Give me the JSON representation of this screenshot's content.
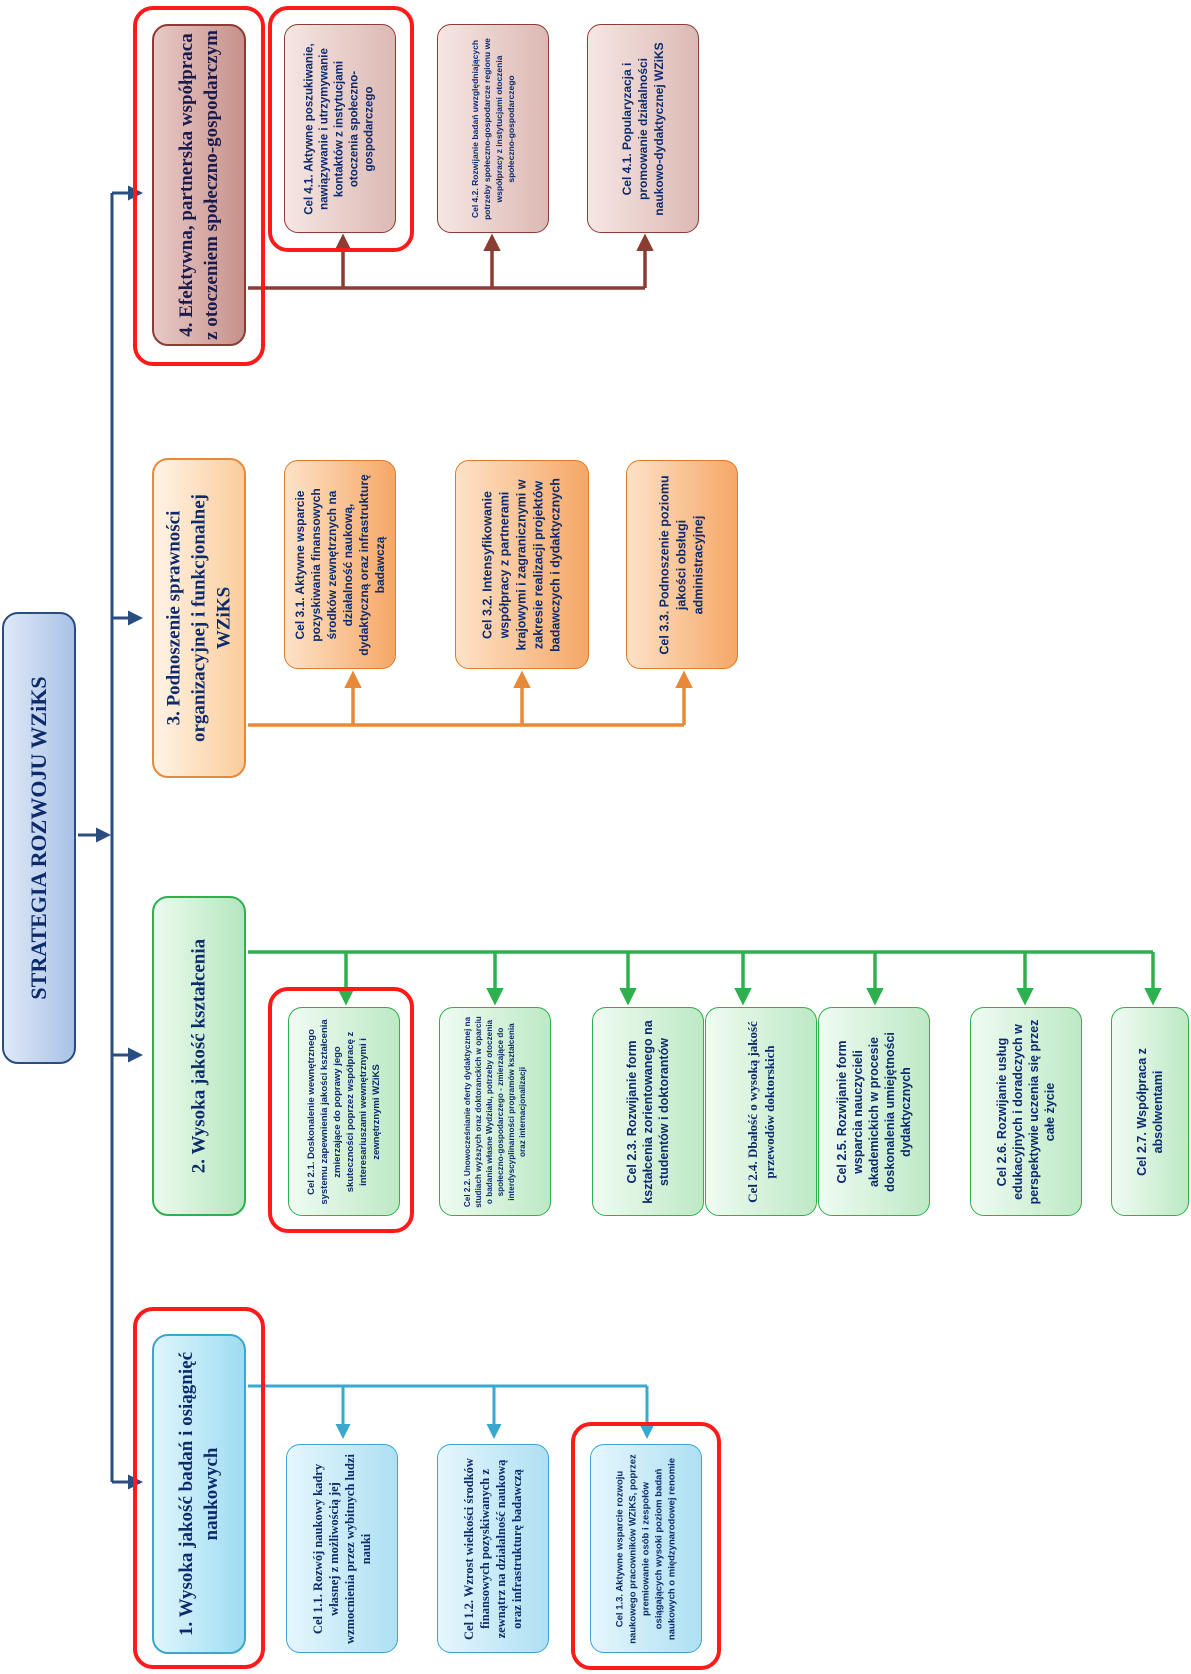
{
  "root": {
    "title": "STRATEGIA ROZWOJU WZiKS"
  },
  "colors": {
    "blue": "#3aa7cf",
    "green": "#2fb04e",
    "orange": "#e8893a",
    "maroon": "#8b3c34",
    "navy": "#2a4d80",
    "highlight": "#ff1a1a"
  },
  "pillars": [
    {
      "title": "1. Wysoka jakość badań i osiągnięć naukowych",
      "goals": [
        "Cel 1.1. Rozwój naukowy kadry własnej z możliwością jej wzmocnienia przez wybitnych ludzi nauki",
        "Cel 1.2. Wzrost wielkości środków finansowych pozyskiwanych z zewnątrz na działalność naukową oraz infrastrukturę badawczą",
        "Cel 1.3. Aktywne wsparcie rozwoju naukowego pracowników WZiKS, poprzez premiowanie osób i zespołów osiągających wysoki poziom badań naukowych o międzynarodowej renomie"
      ]
    },
    {
      "title": "2. Wysoka jakość kształcenia",
      "goals": [
        "Cel 2.1. Doskonalenie wewnętrznego systemu zapewnienia jakości kształcenia zmierzające do poprawy jego skuteczności poprzez współpracę z interesariuszami wewnętrznymi i zewnętrznymi WZiKS",
        "Cel 2.2. Unowocześnianie oferty dydaktycznej na studiach wyższych oraz doktoranckich w oparciu o badania własne Wydziału, potrzeby otoczenia społeczno-gospodarczego - zmierzające do interdyscyplinarności programów kształcenia oraz internacjonalizacji",
        "Cel 2.3. Rozwijanie form kształcenia zorientowanego na studentów i doktorantów",
        "Cel 2.4. Dbałość o wysoką jakość przewodów doktorskich",
        "Cel 2.5. Rozwijanie form wsparcia nauczycieli akademickich w procesie doskonalenia umiejętności dydaktycznych",
        "Cel 2.6. Rozwijanie usług edukacyjnych i doradczych w perspektywie uczenia się przez całe życie",
        "Cel 2.7. Współpraca z absolwentami"
      ]
    },
    {
      "title": "3. Podnoszenie sprawności organizacyjnej i funkcjonalnej WZiKS",
      "goals": [
        "Cel 3.1. Aktywne wsparcie pozyskiwania finansowych środków zewnętrznych na działalność naukową, dydaktyczną oraz infrastrukturę badawczą",
        "Cel 3.2. Intensyfikowanie współpracy z partnerami krajowymi i zagranicznymi w zakresie realizacji projektów badawczych i dydaktycznych",
        "Cel 3.3. Podnoszenie poziomu jakości obsługi administracyjnej"
      ]
    },
    {
      "title": "4. Efektywna, partnerska współpraca z otoczeniem społeczno-gospodarczym",
      "goals": [
        "Cel 4.1. Aktywne poszukiwanie, nawiązywanie i utrzymywanie kontaktów z instytucjami otoczenia społeczno-gospodarczego",
        "Cel 4.2. Rozwijanie badań uwzględniających potrzeby społeczno-gospodarcze regionu we współpracy z instytucjami otoczenia społeczno-gospodarczego",
        "Cel 4.1. Popularyzacja i promowanie działalności naukowo-dydaktycznej WZiKS"
      ]
    }
  ]
}
